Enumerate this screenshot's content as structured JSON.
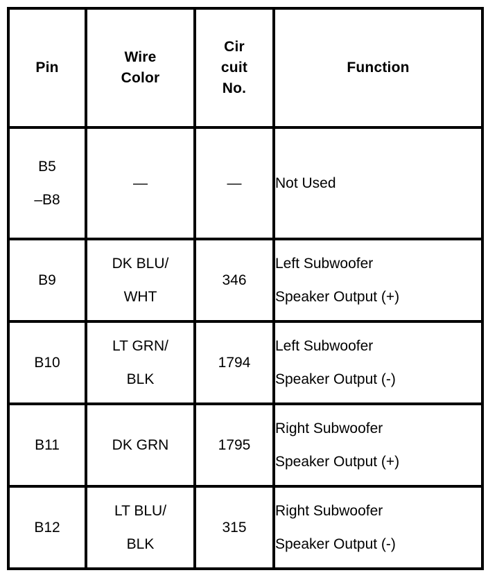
{
  "table": {
    "columns": [
      {
        "id": "pin",
        "header_lines": [
          "Pin"
        ]
      },
      {
        "id": "color",
        "header_lines": [
          "Wire",
          "Color"
        ]
      },
      {
        "id": "circuit",
        "header_lines": [
          "Cir",
          "cuit",
          "No."
        ]
      },
      {
        "id": "function",
        "header_lines": [
          "Function"
        ]
      }
    ],
    "rows": [
      {
        "pin_lines": [
          "B5",
          "–B8"
        ],
        "color_lines": [
          "—"
        ],
        "circuit": "—",
        "function_lines": [
          "Not Used"
        ]
      },
      {
        "pin_lines": [
          "B9"
        ],
        "color_lines": [
          "DK BLU/",
          "WHT"
        ],
        "circuit": "346",
        "function_lines": [
          "Left Subwoofer",
          "Speaker Output (+)"
        ]
      },
      {
        "pin_lines": [
          "B10"
        ],
        "color_lines": [
          "LT GRN/",
          "BLK"
        ],
        "circuit": "1794",
        "function_lines": [
          "Left Subwoofer",
          "Speaker Output (-)"
        ]
      },
      {
        "pin_lines": [
          "B11"
        ],
        "color_lines": [
          "DK GRN"
        ],
        "circuit": "1795",
        "function_lines": [
          "Right Subwoofer",
          "Speaker Output (+)"
        ]
      },
      {
        "pin_lines": [
          "B12"
        ],
        "color_lines": [
          "LT BLU/",
          "BLK"
        ],
        "circuit": "315",
        "function_lines": [
          "Right Subwoofer",
          "Speaker Output (-)"
        ]
      }
    ]
  },
  "style": {
    "border_color": "#000000",
    "text_color": "#000000",
    "background": "#ffffff"
  }
}
